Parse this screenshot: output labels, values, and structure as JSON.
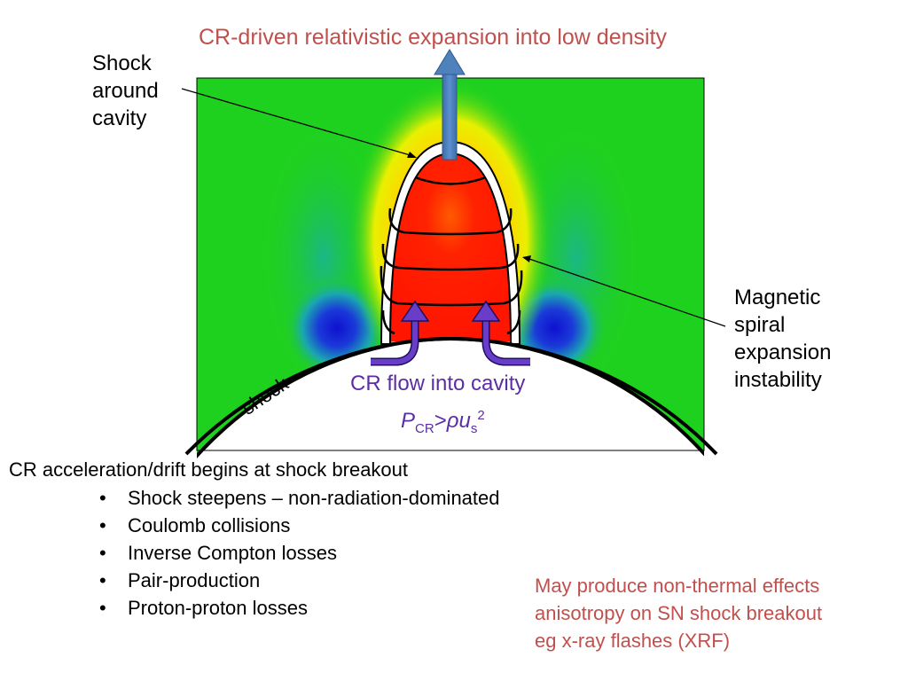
{
  "title": "CR-driven relativistic expansion into low density",
  "labels": {
    "shock_cavity": [
      "Shock",
      "around",
      "cavity"
    ],
    "magnetic": [
      "Magnetic",
      "spiral",
      "expansion",
      "instability"
    ],
    "cr_flow": "CR flow into cavity",
    "pressure_p": "P",
    "pressure_cr": "CR",
    "pressure_gt": ">",
    "pressure_rho": "ρ",
    "pressure_u": "u",
    "pressure_s": "s",
    "pressure_exp": "2",
    "shock": "shock"
  },
  "body_heading": "CR acceleration/drift begins at shock breakout",
  "bullets": [
    "Shock steepens – non-radiation-dominated",
    "Coulomb collisions",
    "Inverse Compton losses",
    "Pair-production",
    "Proton-proton losses"
  ],
  "note_lines": [
    "May produce non-thermal effects",
    "anisotropy on SN shock breakout",
    "eg x-ray flashes (XRF)"
  ],
  "colors": {
    "title": "#c0504d",
    "note": "#c0504d",
    "cr_flow": "#5b2ea6",
    "background_field": "#1fd11f",
    "cavity": "#ff1a00",
    "arrow_blue": "#4f81bd",
    "arrow_purple": "#5b2ea6"
  }
}
